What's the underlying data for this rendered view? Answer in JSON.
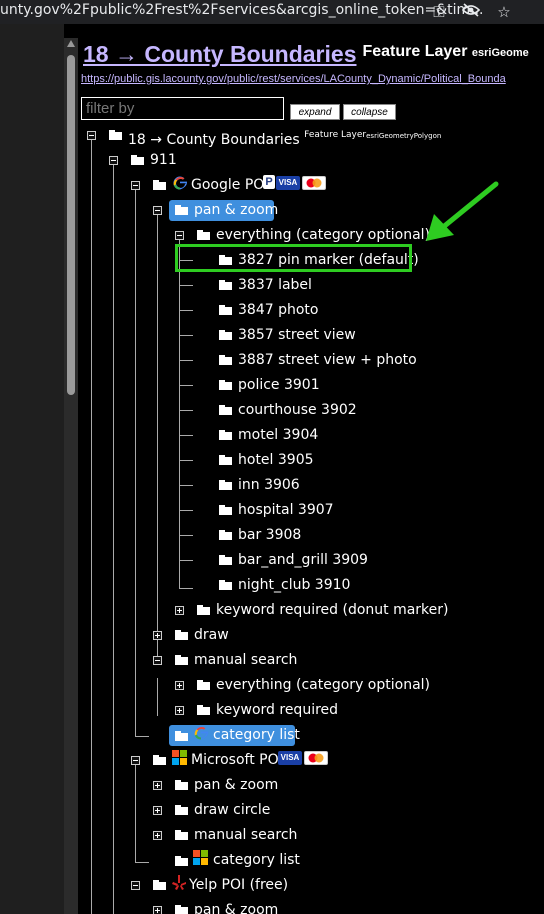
{
  "browser": {
    "url_fragment": "unty.gov%2Fpublic%2Frest%2Fservices&arcgis_online_token=&tim...",
    "icons": [
      "key-icon",
      "eye-off-icon",
      "star-icon"
    ]
  },
  "header": {
    "title": "18 → County Boundaries",
    "layer_type": "Feature Layer",
    "geometry_type": "esriGeome",
    "rest_url": "https://public.gis.lacounty.gov/public/rest/services/LACounty_Dynamic/Political_Bounda"
  },
  "filter": {
    "placeholder": "filter by",
    "value": ""
  },
  "buttons": {
    "expand": "expand",
    "collapse": "collapse"
  },
  "tree": {
    "root": {
      "label": "18 → County Boundaries",
      "layer_type": "Feature Layer",
      "geometry": "esriGeometryPolygon"
    },
    "n911": "911",
    "google": {
      "label": "Google POI",
      "badges": [
        "P",
        "VISA",
        "MC"
      ]
    },
    "pan_zoom": "pan & zoom",
    "everything": "everything (category optional)",
    "items": [
      "3827 pin marker (default)",
      "3837 label",
      "3847 photo",
      "3857 street view",
      "3887 street view + photo",
      "police 3901",
      "courthouse 3902",
      "motel 3904",
      "hotel 3905",
      "inn 3906",
      "hospital 3907",
      "bar 3908",
      "bar_and_grill 3909",
      "night_club 3910"
    ],
    "keyword_donut": "keyword required (donut marker)",
    "draw": "draw",
    "manual_search": "manual search",
    "ms_everything": "everything (category optional)",
    "ms_keyword": "keyword required",
    "category_list": "category list",
    "microsoft": {
      "label": "Microsoft POI",
      "badges": [
        "VISA",
        "MC"
      ]
    },
    "ms_pan_zoom": "pan & zoom",
    "ms_draw_circle": "draw circle",
    "ms_manual_search": "manual search",
    "ms_category_list": "category list",
    "yelp": "Yelp POI (free)",
    "yelp_pan_zoom": "pan & zoom"
  },
  "colors": {
    "link": "#c6b7ff",
    "selected": "#3f8fde",
    "highlight": "#2ecc21",
    "arrow": "#2ecc21"
  }
}
